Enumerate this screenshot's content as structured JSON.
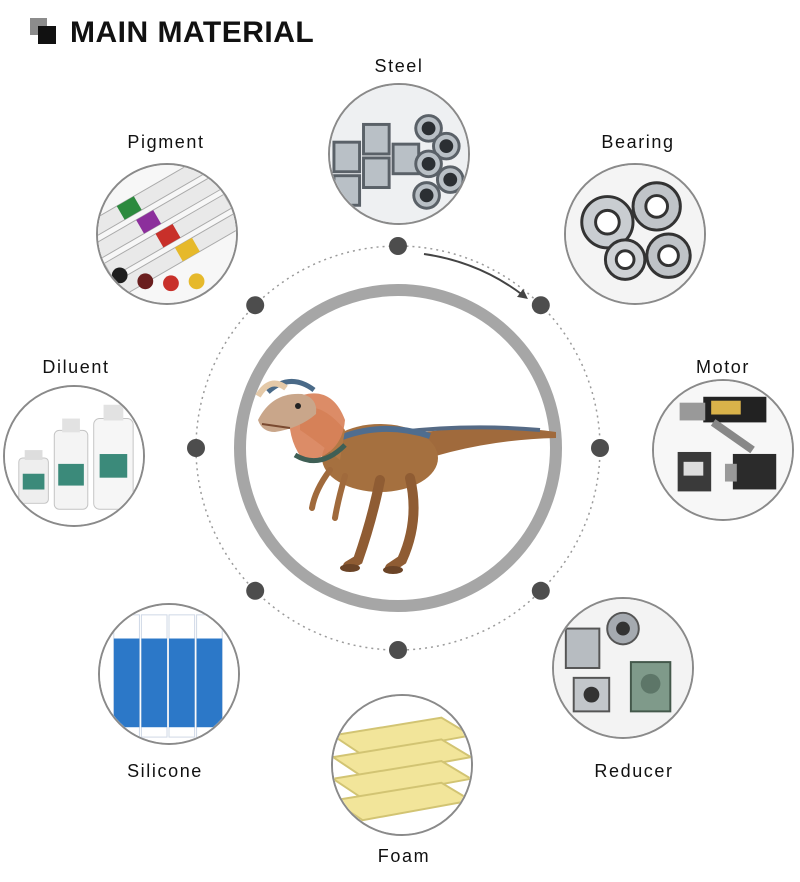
{
  "header": {
    "title": "MAIN MATERIAL"
  },
  "materials": [
    {
      "label": "Steel",
      "icon": "steel-pipes-icon"
    },
    {
      "label": "Bearing",
      "icon": "ball-bearings-icon"
    },
    {
      "label": "Motor",
      "icon": "electric-motor-icon"
    },
    {
      "label": "Reducer",
      "icon": "gear-reducer-icon"
    },
    {
      "label": "Foam",
      "icon": "foam-sheets-icon"
    },
    {
      "label": "Silicone",
      "icon": "silicone-tubes-icon"
    },
    {
      "label": "Diluent",
      "icon": "diluent-bottles-icon"
    },
    {
      "label": "Pigment",
      "icon": "pigment-tubes-icon"
    }
  ],
  "center": {
    "icon": "dilophosaurus-dinosaur-icon"
  },
  "colors": {
    "ring": "#a6a6a6",
    "dots": "#4d4d4d",
    "text": "#111111",
    "foam": "#f2e59a"
  }
}
